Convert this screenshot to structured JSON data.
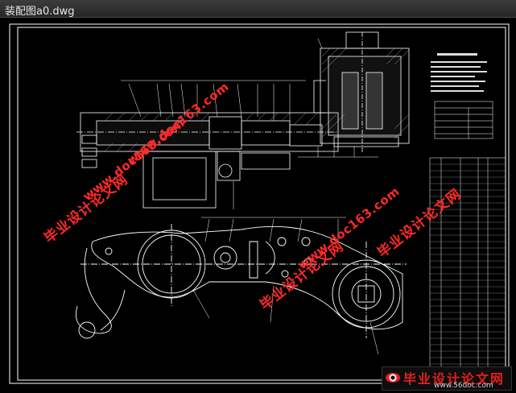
{
  "window": {
    "title": "装配图a0.dwg"
  },
  "drawing": {
    "background": "#000000",
    "line_color": "#ffffff",
    "watermark_color": "#ff2a2a"
  },
  "watermarks": [
    {
      "text": "毕业设计论文网"
    },
    {
      "text": "www.doc163.com"
    },
    {
      "text": "毕业设计论文网"
    },
    {
      "text": "www.doc163.com"
    },
    {
      "text": "毕业设计论文网"
    },
    {
      "text": "www.doc163.com"
    }
  ],
  "footer": {
    "site": "毕业设计论文网",
    "url": "www.56doc.com"
  }
}
